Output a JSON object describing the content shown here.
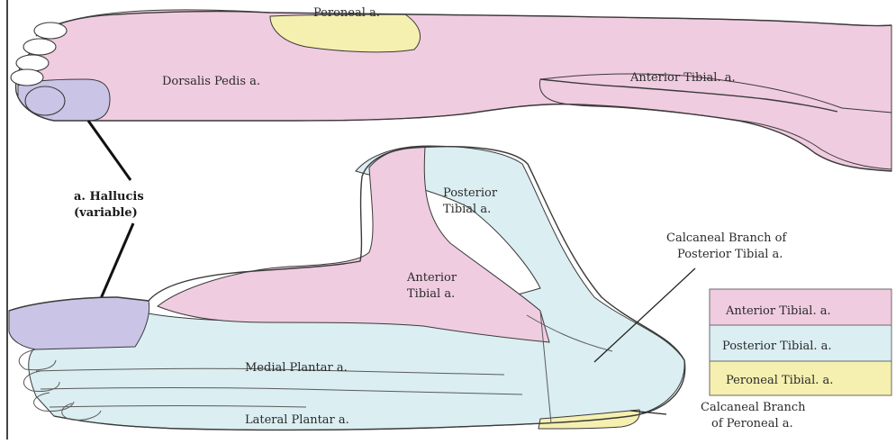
{
  "colors": {
    "anterior_tibial": "#f0cce0",
    "posterior_tibial": "#dbeef2",
    "peroneal": "#f5f0b0",
    "hallucis": "#cac4e6",
    "outline": "#3a3a3a"
  },
  "top_view": {
    "peroneal_label": "Peroneal a.",
    "dorsalis_pedis_label": "Dorsalis Pedis a.",
    "anterior_tibial_label": "Anterior Tibial. a."
  },
  "callout": {
    "hallucis_line1": "a. Hallucis",
    "hallucis_line2": "(variable)"
  },
  "side_view": {
    "posterior_tibial_line1": "Posterior",
    "posterior_tibial_line2": "Tibial a.",
    "anterior_tibial_line1": "Anterior",
    "anterior_tibial_line2": "Tibial a.",
    "medial_plantar_label": "Medial Plantar a.",
    "lateral_plantar_label": "Lateral Plantar a.",
    "calcaneal_posterior_line1": "Calcaneal Branch of",
    "calcaneal_posterior_line2": "Posterior Tibial a.",
    "calcaneal_peroneal_line1": "Calcaneal Branch",
    "calcaneal_peroneal_line2": "of Peroneal a."
  },
  "legend": [
    {
      "label": "Anterior Tibial. a.",
      "color": "#f0cce0"
    },
    {
      "label": "Posterior Tibial. a.",
      "color": "#dbeef2"
    },
    {
      "label": "Peroneal Tibial. a.",
      "color": "#f5f0b0"
    }
  ]
}
